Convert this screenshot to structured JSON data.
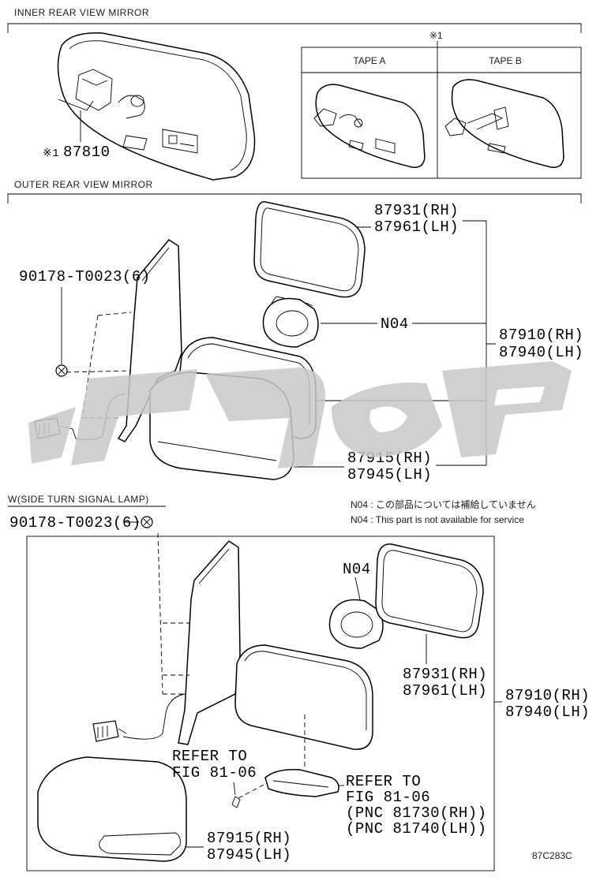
{
  "sections": {
    "inner": "INNER REAR VIEW MIRROR",
    "outer": "OUTER REAR VIEW MIRROR",
    "side_turn": "W(SIDE TURN SIGNAL LAMP)"
  },
  "tape_box": {
    "ref_mark": "※1",
    "tape_a": "TAPE A",
    "tape_b": "TAPE B"
  },
  "inner_mirror": {
    "ref_mark": "※1",
    "part_no": "87810"
  },
  "outer_mirror": {
    "glass_rh": "87931(RH)",
    "glass_lh": "87961(LH)",
    "screw": "90178-T0023(6)",
    "motor": "N04",
    "assy_rh": "87910(RH)",
    "assy_lh": "87940(LH)",
    "cover_rh": "87915(RH)",
    "cover_lh": "87945(LH)"
  },
  "notes": {
    "jp": "N04 : この部品については補給していません",
    "en": "N04 : This part is not available for service"
  },
  "side_turn_mirror": {
    "screw": "90178-T0023(6)",
    "motor": "N04",
    "glass_rh": "87931(RH)",
    "glass_lh": "87961(LH)",
    "assy_rh": "87910(RH)",
    "assy_lh": "87940(LH)",
    "refer_line1": "REFER TO",
    "refer_line2": "FIG 81-06",
    "lamp_refer_line1": "REFER TO",
    "lamp_refer_line2": "FIG 81-06",
    "lamp_pnc_rh": "(PNC 81730(RH))",
    "lamp_pnc_lh": "(PNC 81740(LH))",
    "cover_rh": "87915(RH)",
    "cover_lh": "87945(LH)"
  },
  "figure_code": "87C283C",
  "colors": {
    "line": "#000000",
    "background": "#ffffff",
    "watermark": "#c8c8c8"
  },
  "watermark": {
    "icon": "brand-logo-watermark"
  }
}
